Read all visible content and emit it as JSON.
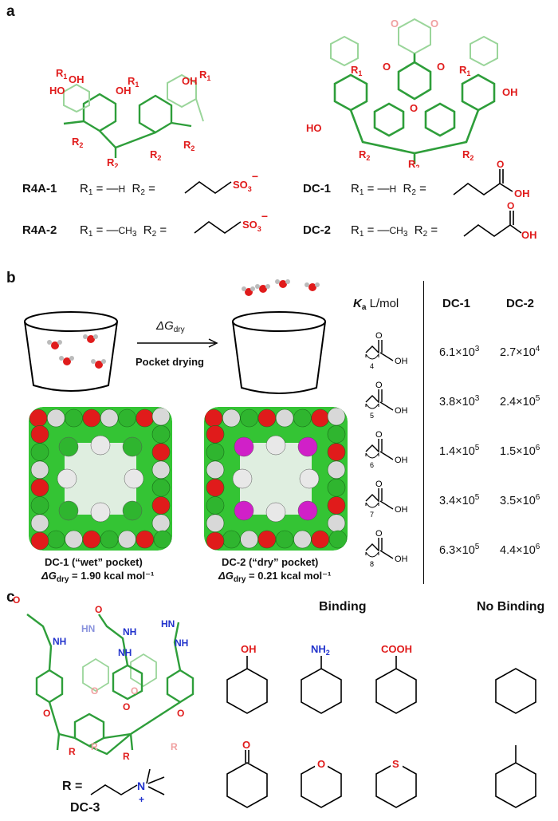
{
  "panels": {
    "a": "a",
    "b": "b",
    "c": "c"
  },
  "panel_a": {
    "r4a1_name": "R4A-1",
    "r4a2_name": "R4A-2",
    "dc1_name": "DC-1",
    "dc2_name": "DC-2",
    "r1": "R",
    "r1_sub": "1",
    "r2": "R",
    "r2_sub": "2",
    "equals": "=",
    "h": "H",
    "ch3": "CH",
    "ch3_sub": "3",
    "so3": "SO",
    "so3_sub": "3",
    "so3_charge": "−",
    "oh": "OH",
    "o": "O",
    "ho": "HO"
  },
  "panel_b": {
    "delta_g": "ΔG",
    "delta_g_sub": "dry",
    "pocket_drying": "Pocket drying",
    "dc1_caption": "DC-1 (“wet” pocket)",
    "dc1_energy": "= 1.90 kcal mol⁻¹",
    "dc2_caption": "DC-2 (“dry” pocket)",
    "dc2_energy": "= 0.21 kcal mol⁻¹",
    "table_header": {
      "ka": "K",
      "ka_sub": "a",
      "unit": " L/mol",
      "col1": "DC-1",
      "col2": "DC-2"
    },
    "rows": [
      {
        "n": "4",
        "dc1": "6.1×10",
        "dc1_exp": "3",
        "dc2": "2.7×10",
        "dc2_exp": "4"
      },
      {
        "n": "5",
        "dc1": "3.8×10",
        "dc1_exp": "3",
        "dc2": "2.4×10",
        "dc2_exp": "5"
      },
      {
        "n": "6",
        "dc1": "1.4×10",
        "dc1_exp": "5",
        "dc2": "1.5×10",
        "dc2_exp": "6"
      },
      {
        "n": "7",
        "dc1": "3.4×10",
        "dc1_exp": "5",
        "dc2": "3.5×10",
        "dc2_exp": "6"
      },
      {
        "n": "8",
        "dc1": "6.3×10",
        "dc1_exp": "5",
        "dc2": "4.4×10",
        "dc2_exp": "6"
      }
    ],
    "oh": "OH",
    "o": "O"
  },
  "panel_c": {
    "binding": "Binding",
    "no_binding": "No Binding",
    "oh": "OH",
    "nh2": "NH",
    "nh2_sub": "2",
    "cooh": "COOH",
    "o": "O",
    "s": "S",
    "r_def": "R =",
    "n": "N",
    "plus": "+",
    "dc3": "DC-3",
    "r": "R",
    "nh": "NH",
    "hn": "HN"
  },
  "colors": {
    "green": "#2e9e3a",
    "light_green": "#8fd08f",
    "red": "#e01b1b",
    "pink": "#f0a0a0",
    "blue": "#2233cc",
    "magenta": "#d020c8"
  }
}
